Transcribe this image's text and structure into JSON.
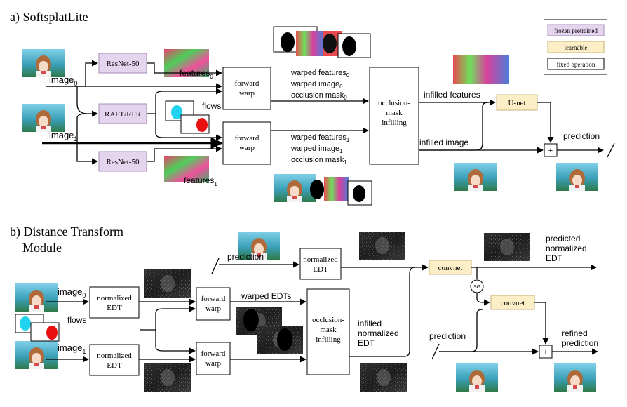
{
  "section_a": {
    "title": "a) SoftsplatLite",
    "legend": {
      "frozen": "frozen pretrained",
      "learnable": "learnable",
      "fixed": "fixed operation"
    },
    "inputs": {
      "image0": "image",
      "image0_sub": "0",
      "image1": "image",
      "image1_sub": "1"
    },
    "boxes": {
      "resnet_top": "ResNet-50",
      "raft": "RAFT/RFR",
      "resnet_bottom": "ResNet-50",
      "fwd_top_1": "forward",
      "fwd_top_2": "warp",
      "fwd_bot_1": "forward",
      "fwd_bot_2": "warp",
      "occ_1": "occlusion-",
      "occ_2": "mask",
      "occ_3": "infilling",
      "unet": "U-net",
      "plus": "+"
    },
    "labels": {
      "features0": "features",
      "features0_sub": "0",
      "features1": "features",
      "features1_sub": "1",
      "flows": "flows",
      "wf0": "warped features",
      "wf0_sub": "0",
      "wi0": "warped image",
      "wi0_sub": "0",
      "om0": "occlusion mask",
      "om0_sub": "0",
      "wf1": "warped features",
      "wf1_sub": "1",
      "wi1": "warped image",
      "wi1_sub": "1",
      "om1": "occlusion mask",
      "om1_sub": "1",
      "infilled_features": "infilled features",
      "infilled_image": "infilled image",
      "prediction": "prediction"
    }
  },
  "section_b": {
    "title_1": "b) Distance Transform",
    "title_2": "Module",
    "inputs": {
      "image0": "image",
      "image0_sub": "0",
      "image1": "image",
      "image1_sub": "1",
      "flows": "flows"
    },
    "boxes": {
      "edt_top_1": "normalized",
      "edt_top_2": "EDT",
      "edt_bot_1": "normalized",
      "edt_bot_2": "EDT",
      "edt_pred_1": "normalized",
      "edt_pred_2": "EDT",
      "fwd_top_1": "forward",
      "fwd_top_2": "warp",
      "fwd_bot_1": "forward",
      "fwd_bot_2": "warp",
      "occ_1": "occlusion-",
      "occ_2": "mask",
      "occ_3": "infilling",
      "convnet_top": "convnet",
      "convnet_bottom": "convnet",
      "sg": "SG",
      "plus": "+"
    },
    "labels": {
      "prediction_top": "prediction",
      "warped_edts": "warped EDTs",
      "infilled_1": "infilled",
      "infilled_2": "normalized",
      "infilled_3": "EDT",
      "predicted_1": "predicted",
      "predicted_2": "normalized",
      "predicted_3": "EDT",
      "prediction_bottom": "prediction",
      "refined_1": "refined",
      "refined_2": "prediction"
    }
  },
  "colors": {
    "frozen": "#e4d4ee",
    "frozen_border": "#a58bb8",
    "learnable": "#fcefc7",
    "learnable_border": "#c9b27a",
    "flow_cyan": "#22d3f0",
    "flow_red": "#e81010"
  }
}
